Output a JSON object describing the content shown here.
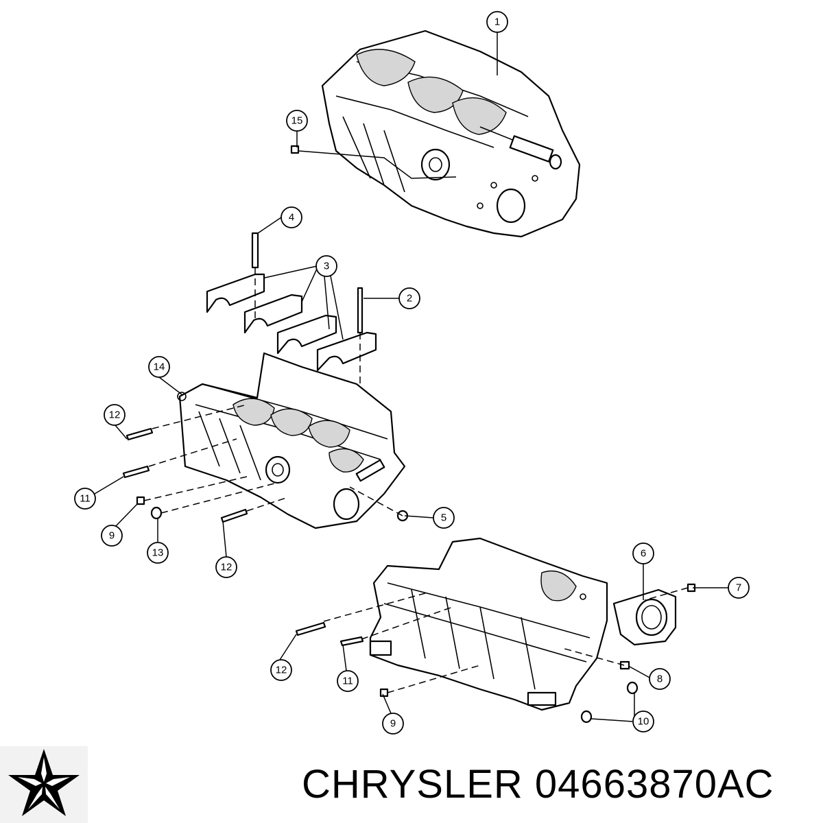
{
  "callouts": [
    {
      "id": "c1",
      "label": "1"
    },
    {
      "id": "c15",
      "label": "15"
    },
    {
      "id": "c4",
      "label": "4"
    },
    {
      "id": "c3",
      "label": "3"
    },
    {
      "id": "c2",
      "label": "2"
    },
    {
      "id": "c14",
      "label": "14"
    },
    {
      "id": "c12a",
      "label": "12"
    },
    {
      "id": "c11a",
      "label": "11"
    },
    {
      "id": "c9a",
      "label": "9"
    },
    {
      "id": "c13",
      "label": "13"
    },
    {
      "id": "c12b",
      "label": "12"
    },
    {
      "id": "c5",
      "label": "5"
    },
    {
      "id": "c6",
      "label": "6"
    },
    {
      "id": "c7",
      "label": "7"
    },
    {
      "id": "c8",
      "label": "8"
    },
    {
      "id": "c12c",
      "label": "12"
    },
    {
      "id": "c11b",
      "label": "11"
    },
    {
      "id": "c9b",
      "label": "9"
    },
    {
      "id": "c10",
      "label": "10"
    }
  ],
  "caption": {
    "text": "CHRYSLER 04663870AC"
  },
  "logo": {
    "icon": "pentastar-icon",
    "color": "#000000"
  }
}
